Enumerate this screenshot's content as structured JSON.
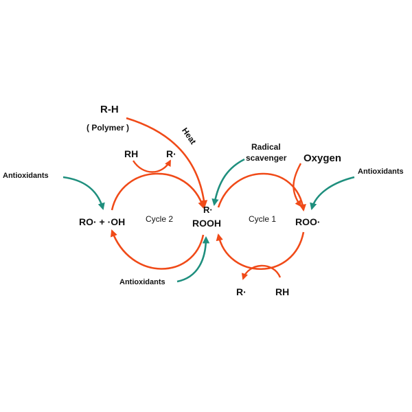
{
  "colors": {
    "cycle_arrow": "#f04a18",
    "antioxidant_arrow": "#1f8f7e",
    "heat_text": "#e8452a",
    "radical_text": "#1f8f7e",
    "cycle_label": "#4a5a78",
    "text": "#111111"
  },
  "labels": {
    "rh_polymer": "R-H",
    "polymer": "( Polymer )",
    "heat": "Heat",
    "rh_top": "RH",
    "r_top": "R·",
    "radical_line1": "Radical",
    "radical_line2": "scavenger",
    "oxygen": "Oxygen",
    "antioxidants_left": "Antioxidants",
    "antioxidants_right": "Antioxidants",
    "antioxidants_bottom": "Antioxidants",
    "ro_oh": "RO· + ·OH",
    "cycle2": "Cycle 2",
    "r_center": "R·",
    "rooh": "ROOH",
    "cycle1": "Cycle 1",
    "roo": "ROO·",
    "r_bottom": "R·",
    "rh_bottom": "RH"
  }
}
